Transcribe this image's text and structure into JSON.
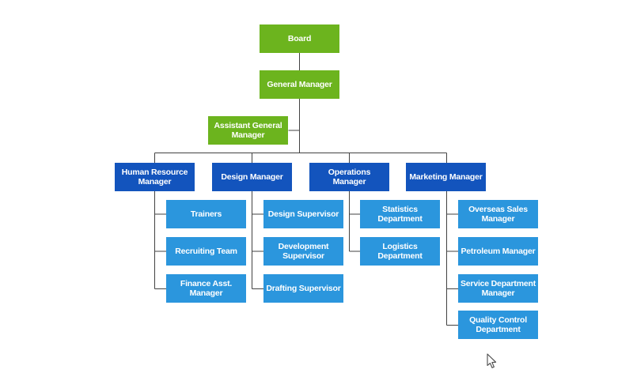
{
  "diagram": {
    "type": "organizational-chart",
    "colors": {
      "executive": "#6CB41E",
      "manager": "#1354BD",
      "team": "#2B96DD",
      "connector": "#424242",
      "node_text": "#FFFFFF",
      "canvas_background": "#FFFFFF"
    },
    "nodes": [
      {
        "id": "board",
        "label": "Board",
        "kind": "executive",
        "parent": null
      },
      {
        "id": "gm",
        "label": "General Manager",
        "kind": "executive",
        "parent": "board"
      },
      {
        "id": "agm",
        "label": "Assistant General Manager",
        "kind": "executive",
        "parent": "gm"
      },
      {
        "id": "hr",
        "label": "Human Resource Manager",
        "kind": "manager",
        "parent": "gm"
      },
      {
        "id": "design",
        "label": "Design Manager",
        "kind": "manager",
        "parent": "gm"
      },
      {
        "id": "ops",
        "label": "Operations Manager",
        "kind": "manager",
        "parent": "gm"
      },
      {
        "id": "mkt",
        "label": "Marketing Manager",
        "kind": "manager",
        "parent": "gm"
      },
      {
        "id": "trainers",
        "label": "Trainers",
        "kind": "team",
        "parent": "hr"
      },
      {
        "id": "recruiting",
        "label": "Recruiting Team",
        "kind": "team",
        "parent": "hr"
      },
      {
        "id": "finance",
        "label": "Finance Asst. Manager",
        "kind": "team",
        "parent": "hr"
      },
      {
        "id": "design-sup",
        "label": "Design Supervisor",
        "kind": "team",
        "parent": "design"
      },
      {
        "id": "dev-sup",
        "label": "Development Supervisor",
        "kind": "team",
        "parent": "design"
      },
      {
        "id": "draft-sup",
        "label": "Drafting Supervisor",
        "kind": "team",
        "parent": "design"
      },
      {
        "id": "stats",
        "label": "Statistics Department",
        "kind": "team",
        "parent": "ops"
      },
      {
        "id": "logistics",
        "label": "Logistics Department",
        "kind": "team",
        "parent": "ops"
      },
      {
        "id": "overseas",
        "label": "Overseas Sales Manager",
        "kind": "team",
        "parent": "mkt"
      },
      {
        "id": "petroleum",
        "label": "Petroleum Manager",
        "kind": "team",
        "parent": "mkt"
      },
      {
        "id": "service",
        "label": "Service Department Manager",
        "kind": "team",
        "parent": "mkt"
      },
      {
        "id": "quality",
        "label": "Quality Control Department",
        "kind": "team",
        "parent": "mkt"
      }
    ]
  },
  "cursor": {
    "name": "arrow-pointer"
  }
}
